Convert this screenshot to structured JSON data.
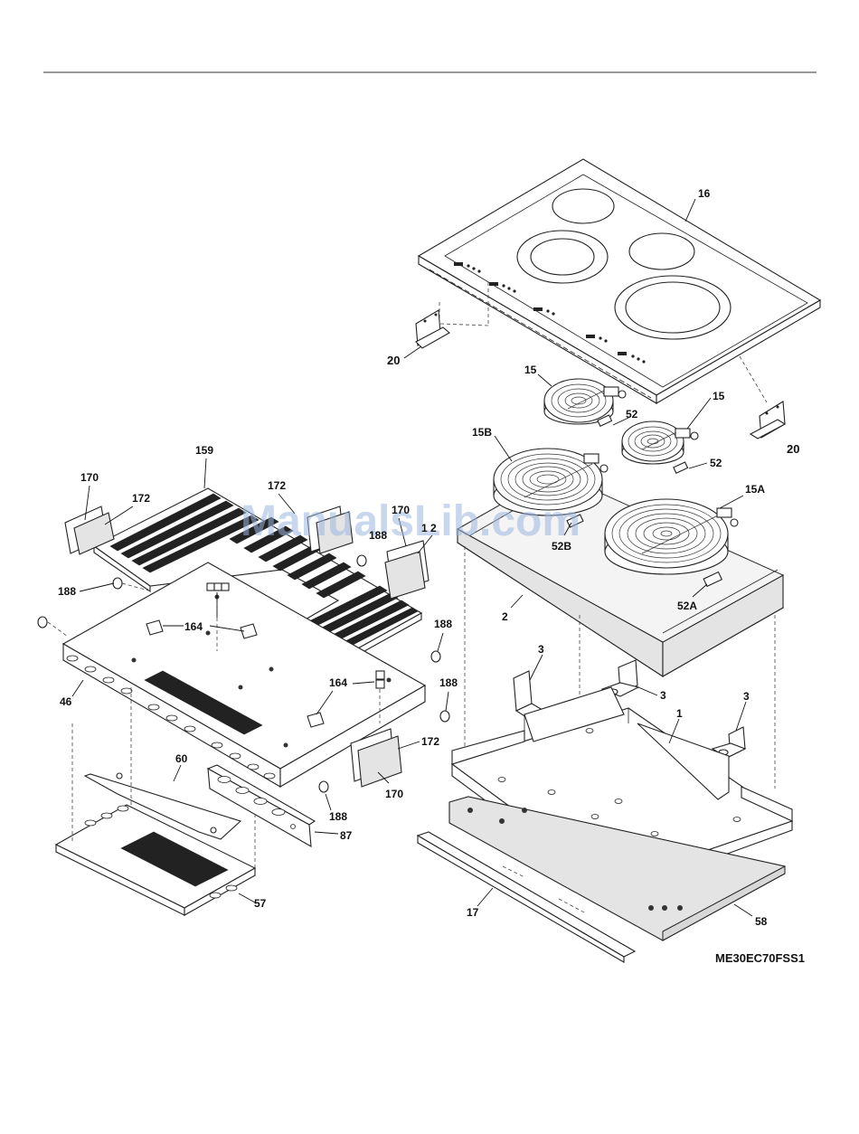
{
  "model_number": "ME30EC70FSS1",
  "watermark": "ManualsLib.com",
  "part_labels": {
    "p16": "16",
    "p20a": "20",
    "p20b": "20",
    "p15a": "15",
    "p15b": "15",
    "p52a": "52",
    "p52b": "52",
    "p15B": "15B",
    "p15A": "15A",
    "p52B": "52B",
    "p52A": "52A",
    "p2": "2",
    "p3a": "3",
    "p3b": "3",
    "p3c": "3",
    "p1": "1",
    "p17": "17",
    "p58": "58",
    "p159": "159",
    "p170a": "170",
    "p172a": "172",
    "p172b": "172",
    "p170b": "170",
    "p172c": "1  2",
    "p188a": "188",
    "p188b": "188",
    "p188c": "188",
    "p188d": "188",
    "p188e": "188",
    "p164a": "164",
    "p164b": "164",
    "p46": "46",
    "p60": "60",
    "p87": "87",
    "p57": "57",
    "p172d": "172",
    "p170c": "170"
  }
}
